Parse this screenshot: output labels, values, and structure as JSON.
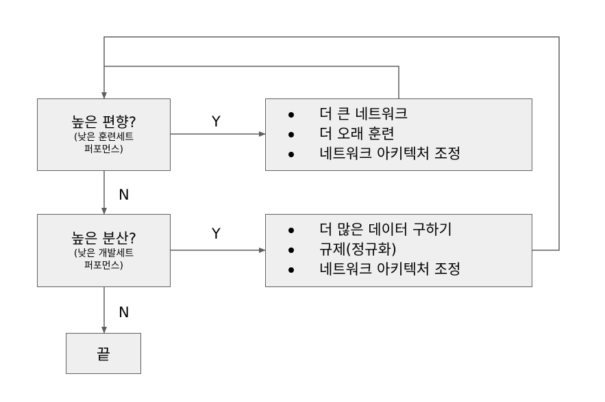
{
  "decision_bias": {
    "question": "높은 편향?",
    "sub_line1": "(낮은 훈련세트",
    "sub_line2": "퍼포먼스)"
  },
  "decision_variance": {
    "question": "높은 분산?",
    "sub_line1": "(낮은 개발세트",
    "sub_line2": "퍼포먼스)"
  },
  "actions_bias": [
    "더 큰 네트워크",
    "더 오래 훈련",
    "네트워크 아키텍처 조정"
  ],
  "actions_variance": [
    "더 많은 데이터 구하기",
    "규제(정규화)",
    "네트워크 아키텍처 조정"
  ],
  "edge_labels": {
    "yes_bias": "Y",
    "yes_variance": "Y",
    "no_bias": "N",
    "no_variance": "N"
  },
  "end_label": "끝",
  "colors": {
    "box_fill": "#efefef",
    "line": "#5f5f5f"
  }
}
